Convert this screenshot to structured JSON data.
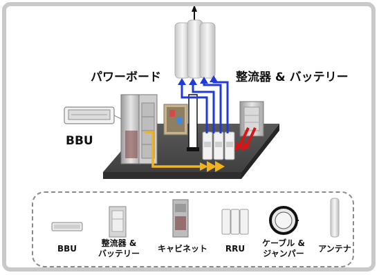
{
  "labels": {
    "power_board": "パワーボード",
    "rectifier_battery": "整流器 & バッテリー",
    "bbu": "BBU"
  },
  "legend": {
    "bbu": "BBU",
    "rectifier_line1": "整流器 &",
    "rectifier_line2": "バッテリー",
    "cabinet": "キャビネット",
    "rru": "RRU",
    "cable_line1": "ケーブル &",
    "cable_line2": "ジャンパー",
    "antenna": "アンテナ"
  },
  "colors": {
    "frame": "#c9c9c9",
    "platform": "#4a4a4a",
    "blue_arrow": "#1f3ad6",
    "red_arrow": "#d81515",
    "yellow_arrow": "#f2b21a",
    "legend_border": "#8a8a8a"
  },
  "icons": [
    "bbu-unit-icon",
    "rectifier-battery-icon",
    "cabinet-icon",
    "rru-icon",
    "cable-coil-icon",
    "antenna-icon"
  ]
}
